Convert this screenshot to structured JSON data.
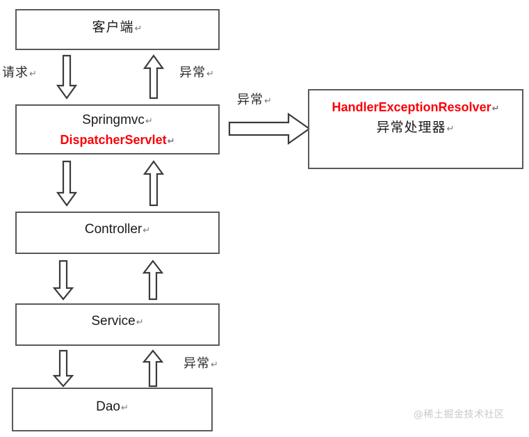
{
  "diagram": {
    "title": "SpringMVC Exception Handling Flow",
    "colors": {
      "box_border": "#595959",
      "arrow_stroke": "#3b3b3b",
      "text": "#1a1a1a",
      "accent_red": "#fb0007",
      "watermark": "#c9c9c9",
      "background": "#ffffff"
    },
    "pilcrow": "↵",
    "nodes": [
      {
        "id": "client",
        "lines": [
          "客户端"
        ],
        "cjk": [
          true
        ],
        "red": [
          false
        ]
      },
      {
        "id": "springmvc",
        "lines": [
          "Springmvc",
          "DispatcherServlet"
        ],
        "cjk": [
          false,
          false
        ],
        "red": [
          false,
          true
        ]
      },
      {
        "id": "controller",
        "lines": [
          "Controller"
        ],
        "cjk": [
          false
        ],
        "red": [
          false
        ]
      },
      {
        "id": "service",
        "lines": [
          "Service"
        ],
        "cjk": [
          false
        ],
        "red": [
          false
        ]
      },
      {
        "id": "dao",
        "lines": [
          "Dao"
        ],
        "cjk": [
          false
        ],
        "red": [
          false
        ]
      },
      {
        "id": "resolver",
        "lines": [
          "HandlerExceptionResolver",
          "异常处理器"
        ],
        "cjk": [
          false,
          true
        ],
        "red": [
          true,
          false
        ]
      }
    ],
    "labels": [
      {
        "id": "request",
        "text": "请求"
      },
      {
        "id": "exception-top",
        "text": "异常"
      },
      {
        "id": "exception-resolver",
        "text": "异常"
      },
      {
        "id": "exception-dao",
        "text": "异常"
      }
    ],
    "arrows": [
      {
        "id": "client-to-springmvc",
        "direction": "down"
      },
      {
        "id": "springmvc-to-client",
        "direction": "up"
      },
      {
        "id": "springmvc-to-controller",
        "direction": "down"
      },
      {
        "id": "controller-to-springmvc",
        "direction": "up"
      },
      {
        "id": "controller-to-service",
        "direction": "down"
      },
      {
        "id": "service-to-controller",
        "direction": "up"
      },
      {
        "id": "service-to-dao",
        "direction": "down"
      },
      {
        "id": "dao-to-service",
        "direction": "up"
      },
      {
        "id": "springmvc-to-resolver",
        "direction": "right"
      }
    ],
    "watermark": "@稀土掘金技术社区"
  }
}
